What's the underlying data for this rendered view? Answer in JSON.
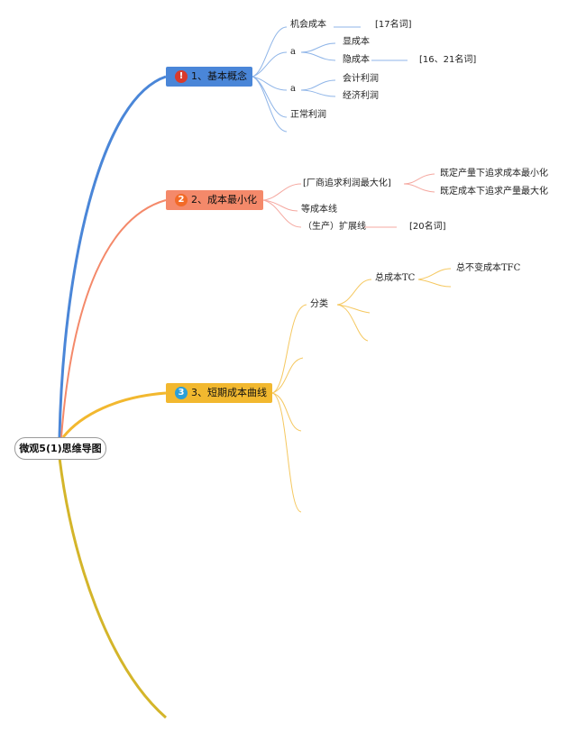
{
  "root": {
    "label": "微观5(1)思维导图"
  },
  "branches": [
    {
      "badge": "!",
      "label": "1、基本概念",
      "color": "#4a86d8",
      "badge_color": "#d93a2b"
    },
    {
      "badge": "2",
      "label": "2、成本最小化",
      "color": "#f4896a",
      "badge_color": "#f26a28"
    },
    {
      "badge": "3",
      "label": "3、短期成本曲线",
      "color": "#f2b82f",
      "badge_color": "#2b9fd8"
    }
  ],
  "b1": {
    "opportunity_cost": "机会成本",
    "opportunity_note": "[17名词]",
    "a1": "a",
    "explicit_cost": "显成本",
    "implicit_cost": "隐成本",
    "implicit_note": "[16、21名词]",
    "a2": "a",
    "accounting_profit": "会计利润",
    "economic_profit": "经济利润",
    "normal_profit": "正常利润"
  },
  "b2": {
    "firm_goal": "[厂商追求利润最大化]",
    "goal_a": "既定产量下追求成本最小化",
    "goal_b": "既定成本下追求产量最大化",
    "isocost": "等成本线",
    "expansion": "（生产）扩展线",
    "expansion_note": "[20名词]"
  },
  "b3": {
    "classification": "分类",
    "total_cost": "总成本TC",
    "tfc": "总不变成本TFC"
  },
  "colors": {
    "blue": "#4a86d8",
    "orange": "#f4896a",
    "yellow": "#f2b82f",
    "gold": "#d4b52a",
    "blue_light": "#8fb5e8",
    "orange_light": "#f5a8a0",
    "yellow_light": "#f5c860"
  }
}
